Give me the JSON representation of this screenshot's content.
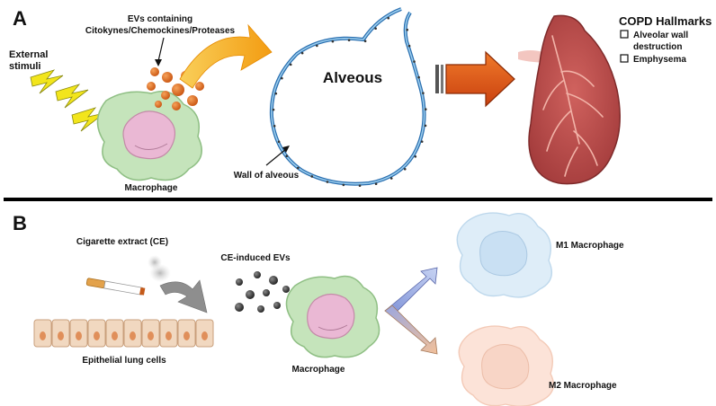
{
  "panel_a": {
    "letter": "A",
    "external_stimuli": [
      "External",
      "stimuli"
    ],
    "evs_label": [
      "EVs containing",
      "Citokynes/Chemockines/Proteases"
    ],
    "macrophage": "Macrophage",
    "alveous": "Alveous",
    "wall_of_alveous": "Wall of alveous",
    "copd": {
      "title": "COPD Hallmarks",
      "items": [
        "Alveolar wall",
        "destruction",
        "Emphysema"
      ]
    }
  },
  "panel_b": {
    "letter": "B",
    "cigarette": "Cigarette extract (CE)",
    "ce_evs": "CE-induced EVs",
    "epithelial": "Epithelial lung cells",
    "macrophage": "Macrophage",
    "m1": "M1 Macrophage",
    "m2": "M2 Macrophage"
  },
  "colors": {
    "ev_orange": "#e0701e",
    "ev_dark": "#3a3a3a",
    "macrophage_green": "#bfe0b6",
    "nucleus_pink": "#e8b4d2",
    "lung_red": "#b44848",
    "arrow_orange": "#f5a623",
    "m1_blue": "#cfe6f5",
    "m2_peach": "#f8d3c2"
  }
}
